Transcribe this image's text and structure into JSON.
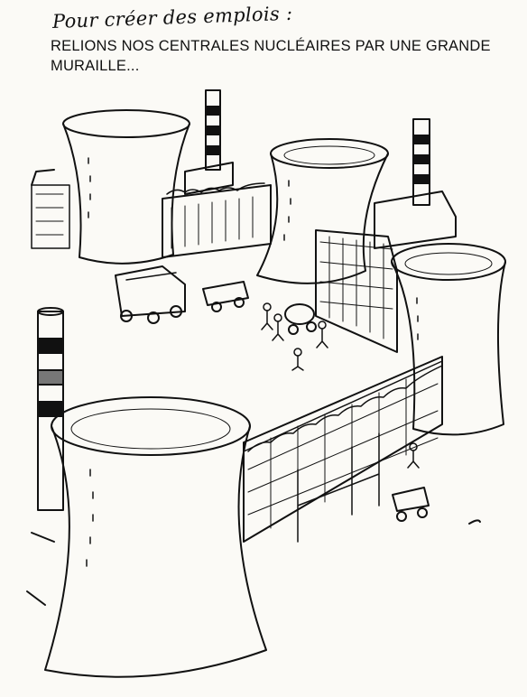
{
  "caption": {
    "line1": "Pour créer des emplois :",
    "line2": "RELIONS NOS CENTRALES NUCLÉAIRES PAR UNE GRANDE",
    "line3": "MURAILLE..."
  },
  "colors": {
    "ink": "#111111",
    "paper": "#fbfaf6"
  }
}
